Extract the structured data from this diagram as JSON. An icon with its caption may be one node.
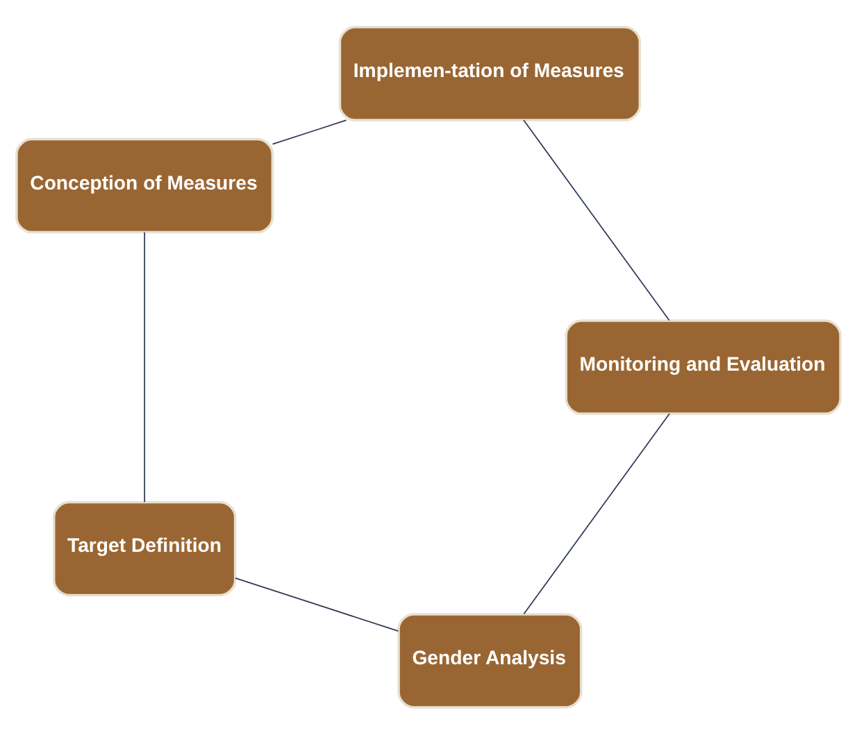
{
  "diagram": {
    "nodes": [
      {
        "text": [
          "Gender Analysis"
        ]
      },
      {
        "text": [
          "Target Definition"
        ]
      },
      {
        "text": [
          "Conception of Measures"
        ]
      },
      {
        "text": [
          "Implemen-tation of Measures"
        ]
      },
      {
        "text": [
          "Monitoring and Evaluation"
        ]
      }
    ],
    "edges": [
      {
        "from": 0,
        "to": 1,
        "arrow": "none"
      },
      {
        "from": 1,
        "to": 2,
        "arrow": "none"
      },
      {
        "from": 2,
        "to": 3,
        "arrow": "none"
      },
      {
        "from": 3,
        "to": 4,
        "arrow": "none"
      },
      {
        "from": 4,
        "to": 0,
        "arrow": "none"
      }
    ]
  }
}
